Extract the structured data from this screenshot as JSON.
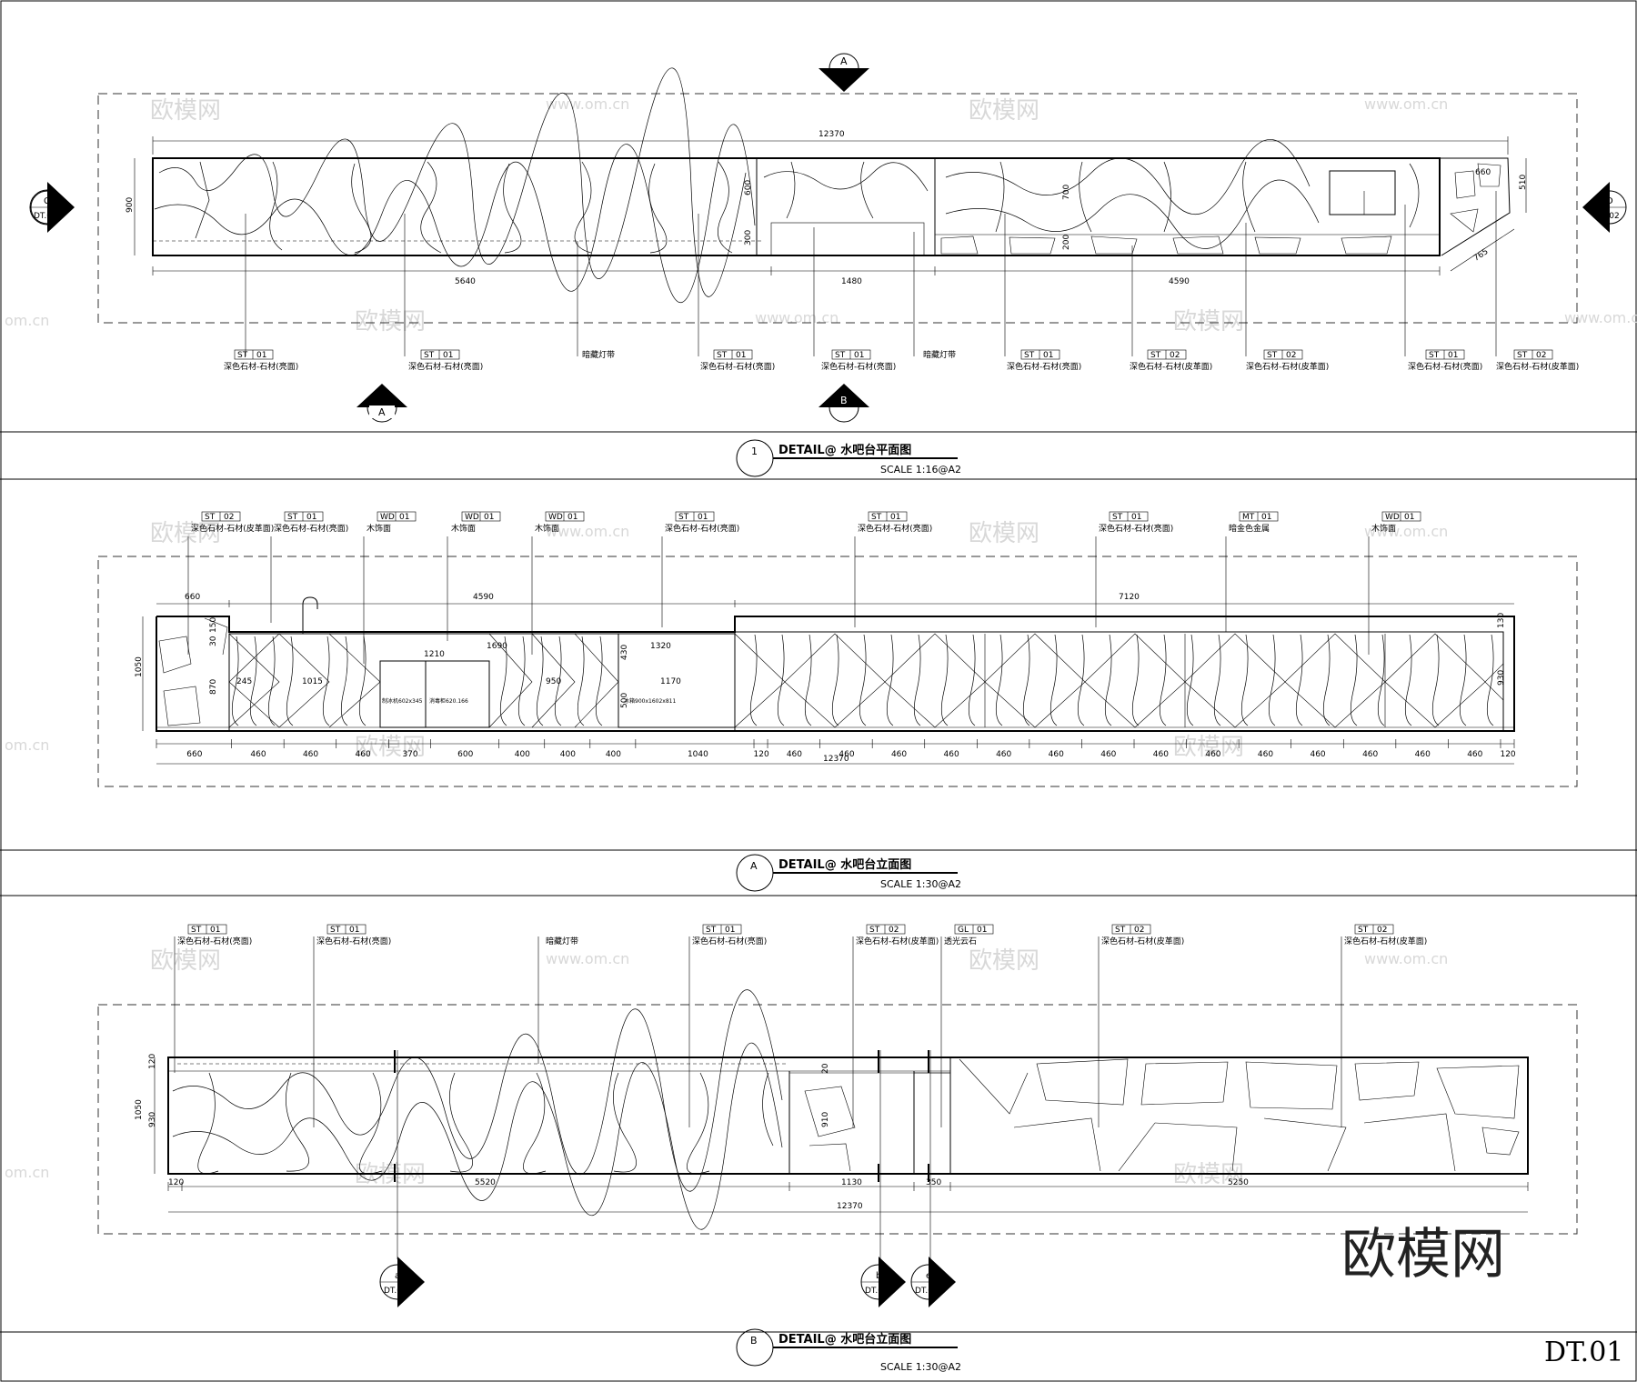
{
  "panels": [
    {
      "id": "plan",
      "title_number": "1",
      "title": "DETAIL@ 水吧台平面图",
      "scale": "SCALE 1:16@A2",
      "section_markers": [
        {
          "letter": "A",
          "sheet": ""
        },
        {
          "letter": "A",
          "sheet": ""
        },
        {
          "letter": "B",
          "sheet": ""
        },
        {
          "letter": "C",
          "sheet": "DT.02"
        },
        {
          "letter": "D",
          "sheet": "DT.02"
        }
      ],
      "dimensions": {
        "overall": "12370",
        "segments": [
          "5640",
          "1480",
          "4590"
        ],
        "height": "900",
        "other": [
          "600",
          "300",
          "700",
          "200",
          "660",
          "510",
          "765"
        ]
      },
      "tags": [
        {
          "code": "ST",
          "num": "01",
          "label": "深色石材-石材(亮面)"
        },
        {
          "code": "ST",
          "num": "01",
          "label": "深色石材-石材(亮面)"
        },
        {
          "code": "",
          "num": "",
          "label": "暗藏灯带"
        },
        {
          "code": "ST",
          "num": "01",
          "label": "深色石材-石材(亮面)"
        },
        {
          "code": "ST",
          "num": "01",
          "label": "深色石材-石材(亮面)"
        },
        {
          "code": "",
          "num": "",
          "label": "暗藏灯带"
        },
        {
          "code": "ST",
          "num": "01",
          "label": "深色石材-石材(亮面)"
        },
        {
          "code": "ST",
          "num": "02",
          "label": "深色石材-石材(皮革面)"
        },
        {
          "code": "ST",
          "num": "02",
          "label": "深色石材-石材(皮革面)"
        },
        {
          "code": "ST",
          "num": "01",
          "label": "深色石材-石材(亮面)"
        },
        {
          "code": "ST",
          "num": "02",
          "label": "深色石材-石材(皮革面)"
        }
      ]
    },
    {
      "id": "elevA",
      "title_number": "A",
      "title": "DETAIL@ 水吧台立面图",
      "scale": "SCALE 1:30@A2",
      "dimensions": {
        "overall": "12370",
        "top": [
          "660",
          "4590",
          "7120"
        ],
        "height": "1050",
        "bottom": [
          "660",
          "460",
          "460",
          "460",
          "370",
          "600",
          "400",
          "400",
          "400",
          "1040",
          "120",
          "460",
          "460",
          "460",
          "460",
          "460",
          "460",
          "460",
          "460",
          "460",
          "460",
          "460",
          "460",
          "460",
          "460",
          "120"
        ],
        "inner": [
          "245",
          "1015",
          "1210",
          "1690",
          "950",
          "1320",
          "1170",
          "870",
          "150",
          "30",
          "430",
          "500",
          "930",
          "130"
        ],
        "appliance_labels": [
          "制冰机602x345",
          "消毒柜620.166",
          "冰箱900x1602x811"
        ]
      },
      "tags": [
        {
          "code": "ST",
          "num": "02",
          "label": "深色石材-石材(皮革面)"
        },
        {
          "code": "ST",
          "num": "01",
          "label": "深色石材-石材(亮面)"
        },
        {
          "code": "WD",
          "num": "01",
          "label": "木饰面"
        },
        {
          "code": "WD",
          "num": "01",
          "label": "木饰面"
        },
        {
          "code": "WD",
          "num": "01",
          "label": "木饰面"
        },
        {
          "code": "ST",
          "num": "01",
          "label": "深色石材-石材(亮面)"
        },
        {
          "code": "ST",
          "num": "01",
          "label": "深色石材-石材(亮面)"
        },
        {
          "code": "ST",
          "num": "01",
          "label": "深色石材-石材(亮面)"
        },
        {
          "code": "MT",
          "num": "01",
          "label": "暗金色金属"
        },
        {
          "code": "WD",
          "num": "01",
          "label": "木饰面"
        }
      ]
    },
    {
      "id": "elevB",
      "title_number": "B",
      "title": "DETAIL@ 水吧台立面图",
      "scale": "SCALE 1:30@A2",
      "section_markers": [
        {
          "letter": "a",
          "sheet": "DT.02"
        },
        {
          "letter": "b",
          "sheet": "DT.02"
        },
        {
          "letter": "e",
          "sheet": "DT.02"
        }
      ],
      "dimensions": {
        "overall": "12370",
        "segments": [
          "120",
          "5520",
          "1130",
          "350",
          "5250"
        ],
        "height": "1050",
        "inner": [
          "120",
          "930",
          "20",
          "910"
        ]
      },
      "tags": [
        {
          "code": "ST",
          "num": "01",
          "label": "深色石材-石材(亮面)"
        },
        {
          "code": "ST",
          "num": "01",
          "label": "深色石材-石材(亮面)"
        },
        {
          "code": "",
          "num": "",
          "label": "暗藏灯带"
        },
        {
          "code": "ST",
          "num": "01",
          "label": "深色石材-石材(亮面)"
        },
        {
          "code": "ST",
          "num": "02",
          "label": "深色石材-石材(皮革面)"
        },
        {
          "code": "GL",
          "num": "01",
          "label": "透光云石"
        },
        {
          "code": "ST",
          "num": "02",
          "label": "深色石材-石材(皮革面)"
        },
        {
          "code": "ST",
          "num": "02",
          "label": "深色石材-石材(皮革面)"
        }
      ]
    }
  ],
  "sheet_number": "DT.01",
  "watermark": {
    "main": "欧模网",
    "faint": "欧模网",
    "url": "www.om.cn",
    "url_short": "om.cn"
  }
}
